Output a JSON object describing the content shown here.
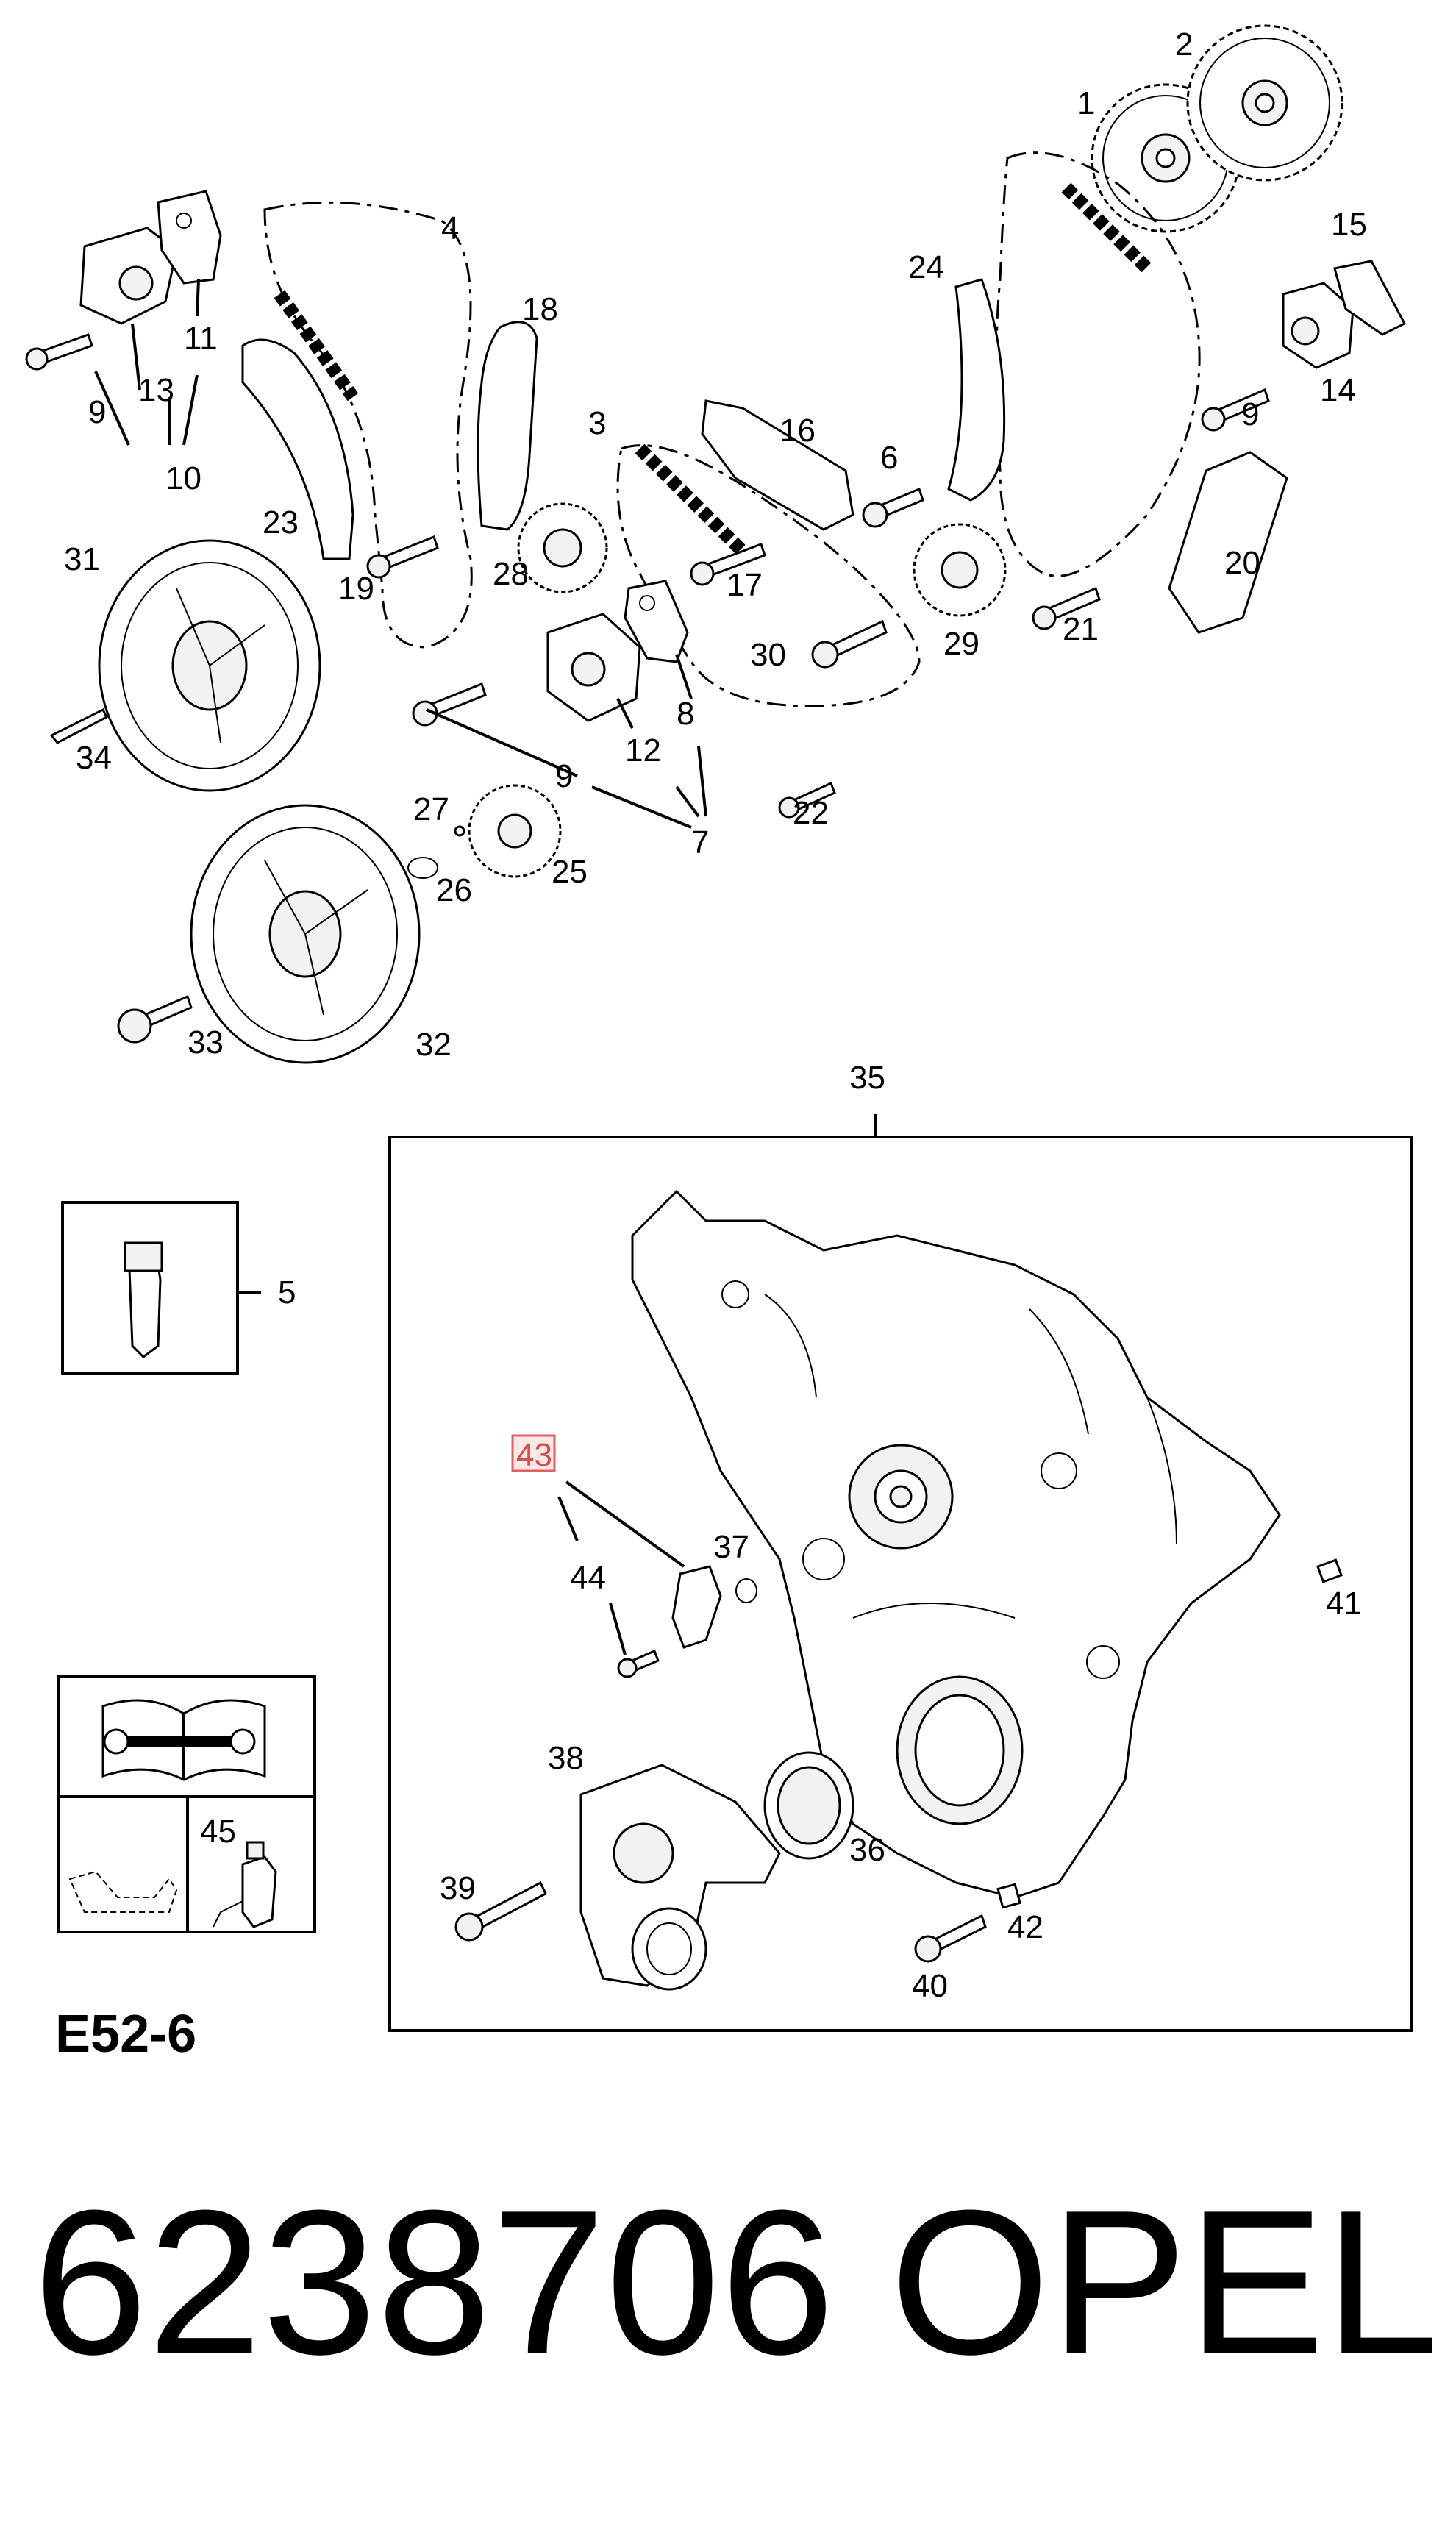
{
  "diagram_code": "E52-6",
  "part_number": "6238706",
  "brand": "OPEL",
  "highlighted_callout": "43",
  "callouts": {
    "c1": "1",
    "c2": "2",
    "c3": "3",
    "c4": "4",
    "c5": "5",
    "c6": "6",
    "c7": "7",
    "c8": "8",
    "c9a": "9",
    "c9b": "9",
    "c9c": "9",
    "c10": "10",
    "c11": "11",
    "c12": "12",
    "c13": "13",
    "c14": "14",
    "c15": "15",
    "c16": "16",
    "c17": "17",
    "c18": "18",
    "c19": "19",
    "c20": "20",
    "c21": "21",
    "c22": "22",
    "c23": "23",
    "c24": "24",
    "c25": "25",
    "c26": "26",
    "c27": "27",
    "c28": "28",
    "c29": "29",
    "c30": "30",
    "c31": "31",
    "c32": "32",
    "c33": "33",
    "c34": "34",
    "c35": "35",
    "c36": "36",
    "c37": "37",
    "c38": "38",
    "c39": "39",
    "c40": "40",
    "c41": "41",
    "c42": "42",
    "c43": "43",
    "c44": "44",
    "c45": "45"
  },
  "icons": [
    "repair-manual-icon",
    "oil-pan-icon",
    "sealant-bottle-icon"
  ]
}
